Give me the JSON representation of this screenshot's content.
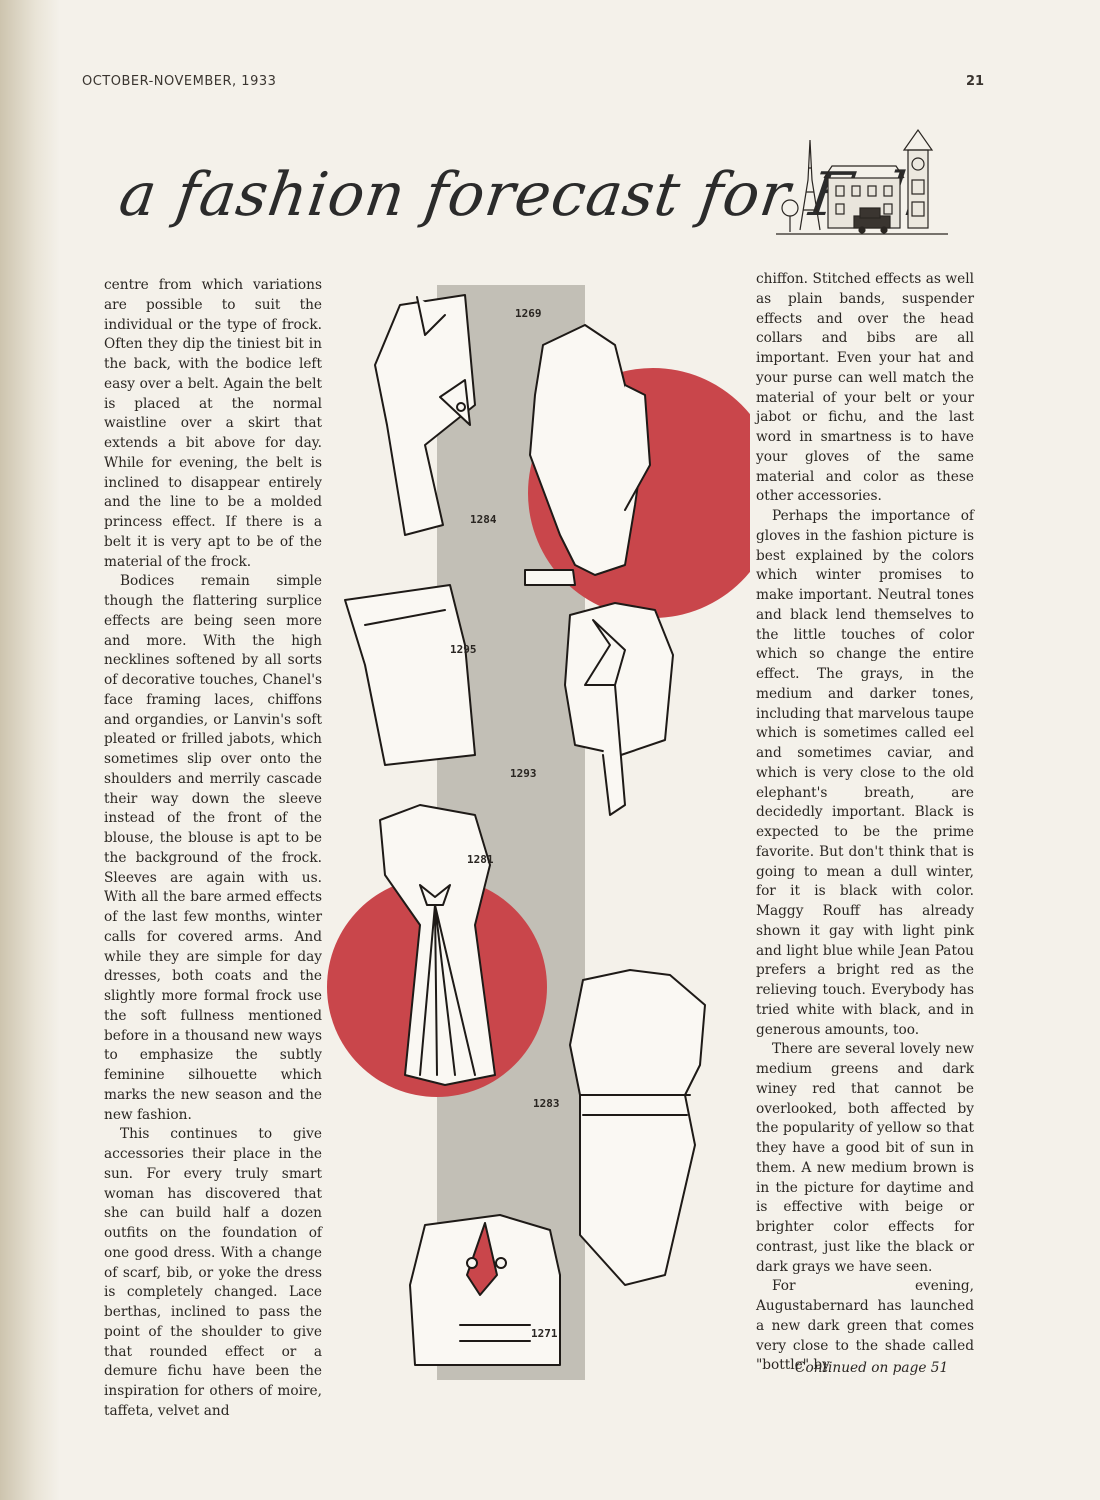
{
  "header": {
    "date": "OCTOBER-NOVEMBER, 1933",
    "page_number": "21"
  },
  "title": "a fashion forecast for Fall",
  "illustration": {
    "pattern_numbers": [
      "1269",
      "1284",
      "1295",
      "1293",
      "1281",
      "1283",
      "1271"
    ],
    "accent_color": "#c9464b",
    "band_color": "#b9b6ad"
  },
  "left_column": [
    "centre from which variations are possible to suit the individual or the type of frock. Often they dip the tiniest bit in the back, with the bodice left easy over a belt. Again the belt is placed at the normal waistline over a skirt that extends a bit above for day. While for evening, the belt is inclined to disappear entirely and the line to be a molded princess effect. If there is a belt it is very apt to be of the material of the frock.",
    "Bodices remain simple though the flattering surplice effects are being seen more and more. With the high necklines softened by all sorts of decorative touches, Chanel's face framing laces, chiffons and organdies, or Lanvin's soft pleated or frilled jabots, which sometimes slip over onto the shoulders and merrily cascade their way down the sleeve instead of the front of the blouse, the blouse is apt to be the background of the frock. Sleeves are again with us. With all the bare armed effects of the last few months, winter calls for covered arms. And while they are simple for day dresses, both coats and the slightly more formal frock use the soft fullness mentioned before in a thousand new ways to emphasize the subtly feminine silhouette which marks the new season and the new fashion.",
    "This continues to give accessories their place in the sun. For every truly smart woman has discovered that she can build half a dozen outfits on the foundation of one good dress. With a change of scarf, bib, or yoke the dress is completely changed. Lace berthas, inclined to pass the point of the shoulder to give that rounded effect or a demure fichu have been the inspiration for others of moire, taffeta, velvet and"
  ],
  "right_column": [
    "chiffon. Stitched effects as well as plain bands, suspender effects and over the head collars and bibs are all important. Even your hat and your purse can well match the material of your belt or your jabot or fichu, and the last word in smartness is to have your gloves of the same material and color as these other accessories.",
    "Perhaps the importance of gloves in the fashion picture is best explained by the colors which winter promises to make important. Neutral tones and black lend themselves to the little touches of color which so change the entire effect. The grays, in the medium and darker tones, including that marvelous taupe which is sometimes called eel and sometimes caviar, and which is very close to the old elephant's breath, are decidedly important. Black is expected to be the prime favorite. But don't think that is going to mean a dull winter, for it is black with color. Maggy Rouff has already shown it gay with light pink and light blue while Jean Patou prefers a bright red as the relieving touch. Everybody has tried white with black, and in generous amounts, too.",
    "There are several lovely new medium greens and dark winey red that cannot be overlooked, both affected by the popularity of yellow so that they have a good bit of sun in them. A new medium brown is in the picture for daytime and is effective with beige or brighter color effects for contrast, just like the black or dark grays we have seen.",
    "For evening, Augustabernard has launched a new dark green that comes very close to the shade called \"bottle\" by"
  ],
  "continued": "Continued on page 51"
}
